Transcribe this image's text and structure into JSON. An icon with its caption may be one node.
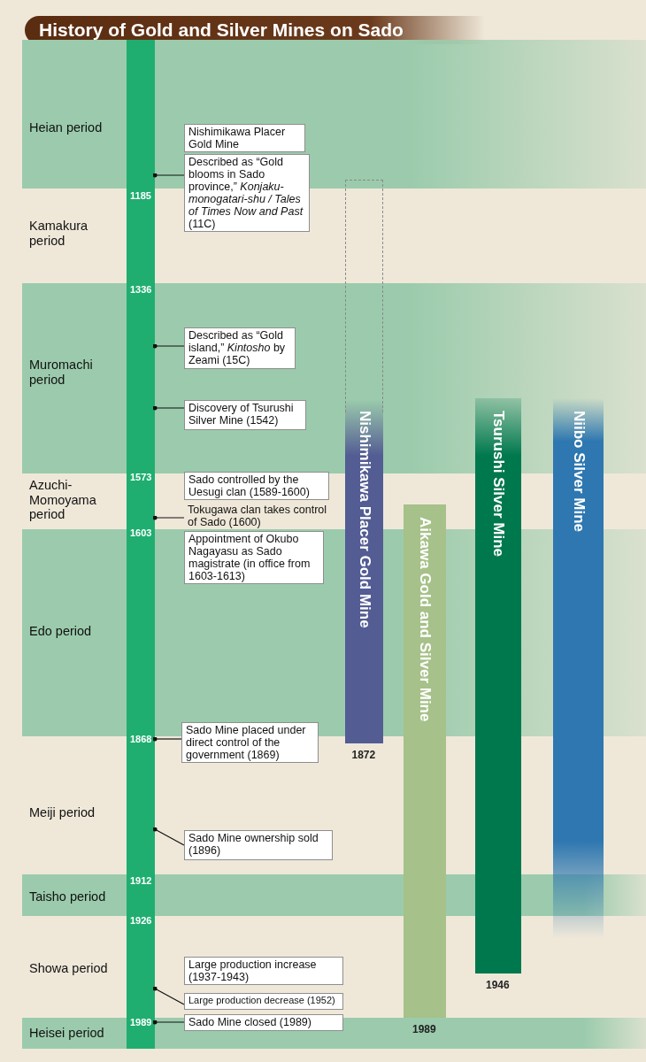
{
  "diagram": {
    "title": "History of Gold and Silver Mines on Sado",
    "nodes": [
      {
        "text": [],
        "shape": "bar"
      },
      {
        "text": [
          "Nishimikawa Placer Gold Mine"
        ]
      },
      {
        "text": [
          "Described as “Gold blooms in Sado province,” *Konjaku-monogatari-shu / Tales of Times Now and Past* (11C)"
        ]
      },
      {
        "text": [
          "Described as “Gold island,” *Kintosho* by Zeami (15C)"
        ]
      },
      {
        "text": [
          "Discovery of Tsurushi Silver Mine (1542)"
        ]
      },
      {
        "text": [
          "Sado controlled by the Uesugi clan (1589-1600)"
        ]
      },
      {
        "text": [
          "Tokugawa clan takes control of Sado  (1600)"
        ]
      },
      {
        "text": [
          "Appointment of Okubo Nagayasu as Sado magistrate (in office from 1603-1613)"
        ]
      },
      {
        "text": [
          "Sado Mine placed under direct control of the government (1869)"
        ]
      },
      {
        "text": [
          "Sado Mine ownership sold (1896)"
        ]
      },
      {
        "text": [
          "Large production increase (1937-1943)"
        ]
      },
      {
        "text": [
          "Large production decrease (1952)"
        ]
      },
      {
        "text": [
          "Sado Mine closed (1989)"
        ]
      },
      {
        "text": [
          "Nishimikawa Placer Gold Mine"
        ],
        "beside": [
          "1872"
        ]
      },
      {
        "text": [
          "Aikawa Gold and Silver Mine"
        ],
        "beside": [
          "1989"
        ]
      },
      {
        "text": [
          "Tsurushi Silver Mine"
        ],
        "beside": [
          "1946"
        ]
      },
      {
        "text": [
          "Niibo Silver Mine"
        ]
      }
    ],
    "edges": [
      {
        "from": 2,
        "to": 0,
        "arrow": "other"
      },
      {
        "from": 3,
        "to": 0,
        "arrow": "other"
      },
      {
        "from": 4,
        "to": 0,
        "arrow": "other"
      },
      {
        "from": 6,
        "to": 0,
        "arrow": "other"
      },
      {
        "from": 8,
        "to": 0,
        "arrow": "other"
      },
      {
        "from": 9,
        "to": 0,
        "arrow": "other"
      },
      {
        "from": 11,
        "to": 0,
        "arrow": "other"
      },
      {
        "from": 12,
        "to": 0,
        "arrow": "other"
      }
    ],
    "labels": [
      "Heian period",
      "1185",
      "Kamakura period",
      "1336",
      "Muromachi period",
      "1573",
      "Azuchi-Momoyama period",
      "1603",
      "Edo period",
      "1868",
      "Meiji period",
      "1912",
      "Taisho period",
      "1926",
      "Showa period",
      "1989",
      "Heisei period"
    ]
  }
}
